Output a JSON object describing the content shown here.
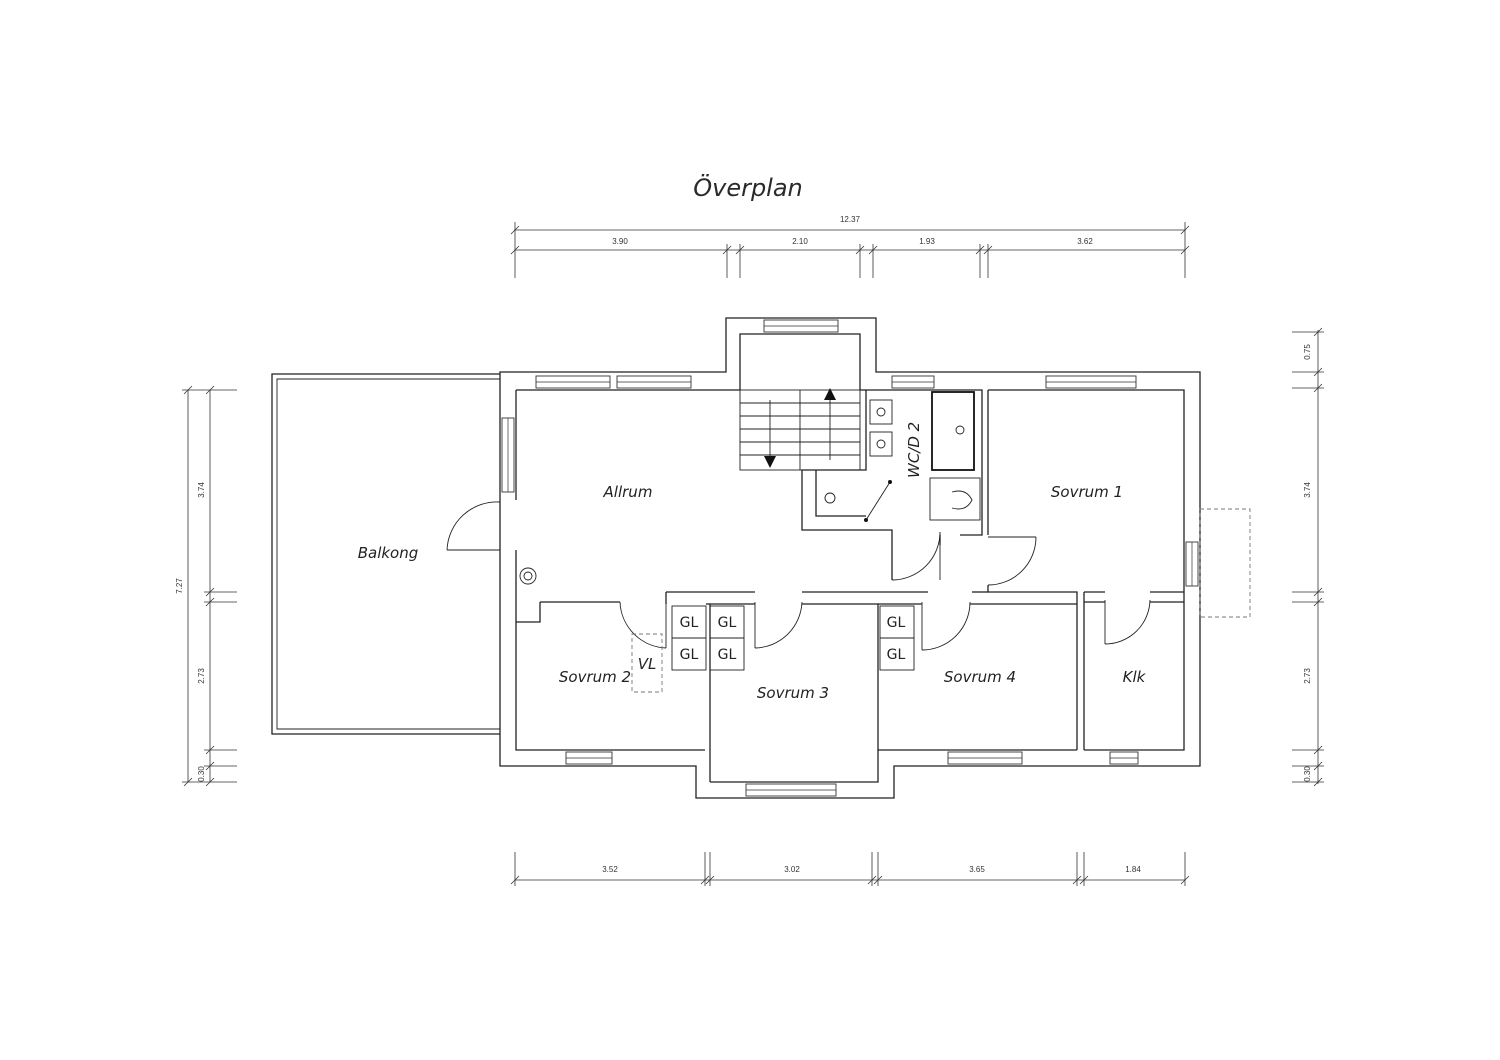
{
  "title": "Överplan",
  "rooms": {
    "balkong": "Balkong",
    "allrum": "Allrum",
    "wcd2": "WC/D 2",
    "sovrum1": "Sovrum 1",
    "sovrum2": "Sovrum 2",
    "sovrum3": "Sovrum 3",
    "sovrum4": "Sovrum 4",
    "klk": "Klk"
  },
  "closets": {
    "gl": "GL",
    "vl": "VL"
  },
  "dimensions": {
    "top_total": "12.37",
    "top_segments": [
      "3.90",
      "2.10",
      "1.93",
      "3.62"
    ],
    "bottom_segments": [
      "3.52",
      "3.02",
      "3.65",
      "1.84"
    ],
    "left_total": "7.27",
    "left_segments": [
      "3.74",
      "2.73",
      "0.30"
    ],
    "right_segments": [
      "0.75",
      "3.74",
      "2.73",
      "0.30"
    ]
  }
}
